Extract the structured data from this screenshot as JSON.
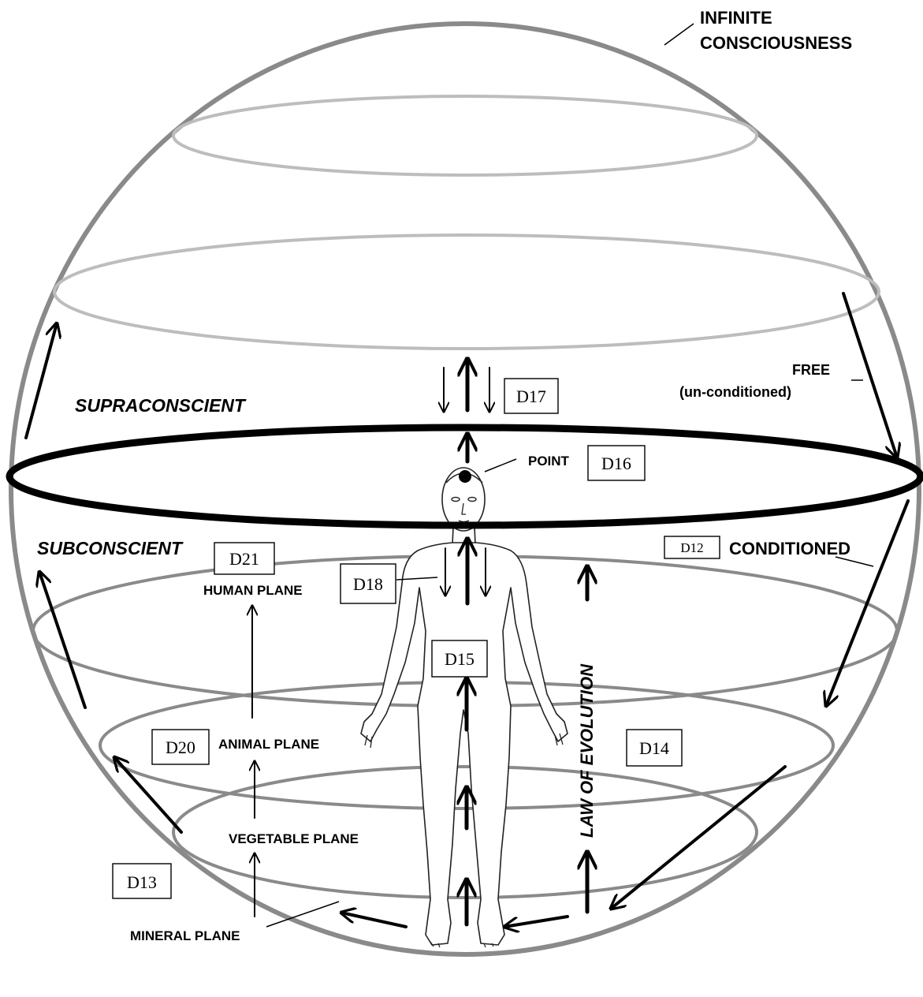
{
  "labels": {
    "infinite_line1": "INFINITE",
    "infinite_line2": "CONSCIOUSNESS",
    "supraconscient": "SUPRACONSCIENT",
    "subconscient": "SUBCONSCIENT",
    "free": "FREE",
    "unconditioned": "(un-conditioned)",
    "conditioned": "CONDITIONED",
    "point": "POINT",
    "human_plane": "HUMAN PLANE",
    "animal_plane": "ANIMAL PLANE",
    "vegetable_plane": "VEGETABLE PLANE",
    "mineral_plane": "MINERAL PLANE",
    "law_of_evolution": "LAW OF EVOLUTION"
  },
  "boxes": {
    "d12": "D12",
    "d13": "D13",
    "d14": "D14",
    "d15": "D15",
    "d16": "D16",
    "d17": "D17",
    "d18": "D18",
    "d20": "D20",
    "d21": "D21"
  },
  "colors": {
    "sphere_outline": "#8a8a8a",
    "upper_rings": "#bdbdbd",
    "lower_rings": "#8a8a8a",
    "equator": "#000000"
  }
}
